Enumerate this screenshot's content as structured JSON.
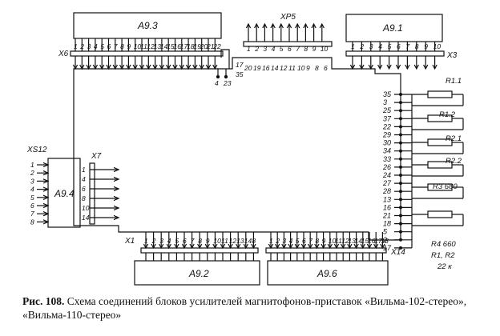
{
  "blocks": {
    "a93": "А9.3",
    "a91": "А9.1",
    "a94": "А9.4",
    "a92": "А9.2",
    "a96": "А9.6"
  },
  "connectors": {
    "xp5": "XP5",
    "x6": "X6",
    "x3": "X3",
    "xs12": "XS12",
    "x7": "X7",
    "x1": "X1",
    "x14": "X14"
  },
  "pins": {
    "x6": [
      "1",
      "2",
      "3",
      "4",
      "5",
      "6",
      "7",
      "8",
      "9",
      "10",
      "11",
      "12",
      "13",
      "14",
      "15",
      "16",
      "17",
      "18",
      "19",
      "20",
      "21",
      "22"
    ],
    "x3": [
      "1",
      "2",
      "3",
      "4",
      "5",
      "6",
      "7",
      "8",
      "9",
      "10"
    ],
    "xp5_top": [
      "1",
      "2",
      "3",
      "4",
      "5",
      "6",
      "7",
      "8",
      "9",
      "10"
    ],
    "xp5_bottom": [
      "35",
      "20",
      "19",
      "16",
      "14",
      "12",
      "11",
      "10",
      "9",
      "8",
      "6"
    ],
    "xp5_extra_top": "17",
    "near_x6": [
      "4",
      "23"
    ],
    "x1": [
      "1",
      "2",
      "3",
      "4",
      "5",
      "6",
      "7",
      "8",
      "9",
      "10",
      "11",
      "12",
      "13",
      "14",
      "8"
    ],
    "x14": [
      "1",
      "2",
      "3",
      "4",
      "5",
      "6",
      "7",
      "8",
      "9",
      "10",
      "11",
      "12",
      "13",
      "14",
      "15",
      "16",
      "17",
      "18"
    ],
    "xs12": [
      "1",
      "2",
      "3",
      "4",
      "5",
      "6",
      "7",
      "8"
    ],
    "x7": [
      "1",
      "4",
      "6",
      "8",
      "10",
      "14"
    ],
    "right": [
      "35",
      "3",
      "25",
      "37",
      "22",
      "29",
      "30",
      "34",
      "33",
      "26",
      "24",
      "27",
      "28",
      "13",
      "16",
      "21",
      "18",
      "5",
      "2",
      "17"
    ]
  },
  "resistors": {
    "r11": "R1.1",
    "r12": "R1.2",
    "r21": "R2.1",
    "r22": "R2.2",
    "r3": "R3 680",
    "r4": "R4 660",
    "note1": "R1, R2",
    "note2": "22 к"
  },
  "caption": {
    "prefix": "Рис. 108.",
    "text": " Схема соединений блоков усилителей магнитофонов-приставок «Вильма-102-стерео», «Вильма-110-стерео»"
  }
}
